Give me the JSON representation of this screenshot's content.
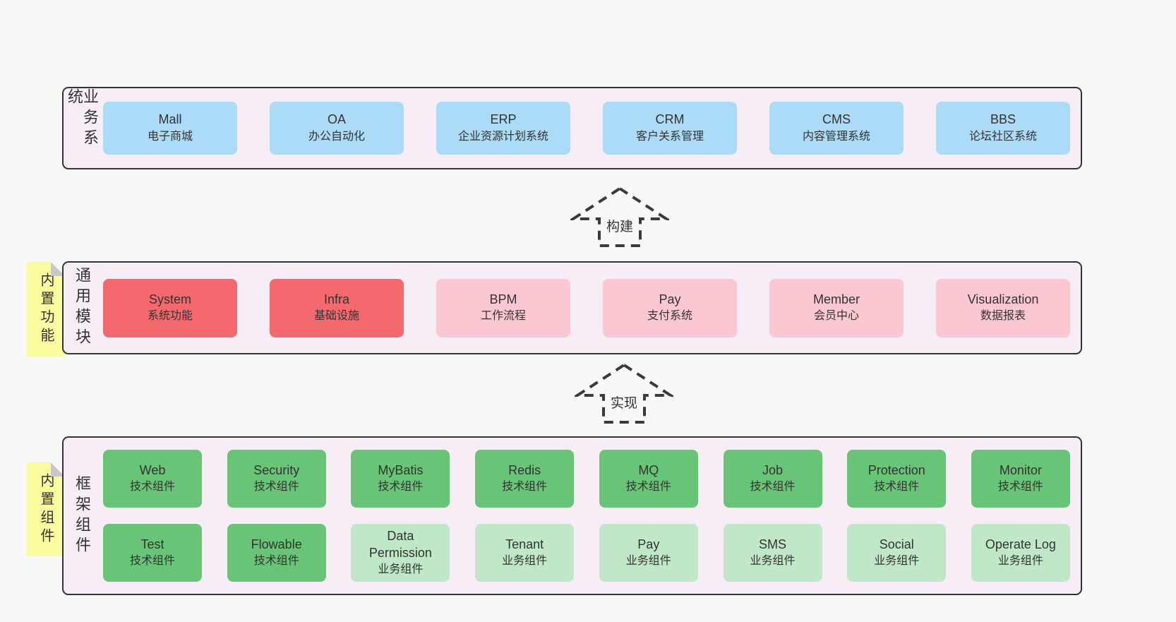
{
  "diagram": {
    "arrows": [
      {
        "label": "构建"
      },
      {
        "label": "实现"
      }
    ],
    "sections": [
      {
        "side_label": "业务系统",
        "rows": [
          [
            {
              "name": "Mall",
              "desc": "电子商城",
              "variant": "blue"
            },
            {
              "name": "OA",
              "desc": "办公自动化",
              "variant": "blue"
            },
            {
              "name": "ERP",
              "desc": "企业资源计划系统",
              "variant": "blue"
            },
            {
              "name": "CRM",
              "desc": "客户关系管理",
              "variant": "blue"
            },
            {
              "name": "CMS",
              "desc": "内容管理系统",
              "variant": "blue"
            },
            {
              "name": "BBS",
              "desc": "论坛社区系统",
              "variant": "blue"
            }
          ]
        ]
      },
      {
        "side_label": "通用模块",
        "sticky_label": "内置功能",
        "rows": [
          [
            {
              "name": "System",
              "desc": "系统功能",
              "variant": "red"
            },
            {
              "name": "Infra",
              "desc": "基础设施",
              "variant": "red"
            },
            {
              "name": "BPM",
              "desc": "工作流程",
              "variant": "pink"
            },
            {
              "name": "Pay",
              "desc": "支付系统",
              "variant": "pink"
            },
            {
              "name": "Member",
              "desc": "会员中心",
              "variant": "pink"
            },
            {
              "name": "Visualization",
              "desc": "数据报表",
              "variant": "pink"
            }
          ]
        ]
      },
      {
        "side_label": "框架组件",
        "sticky_label": "内置组件",
        "rows": [
          [
            {
              "name": "Web",
              "desc": "技术组件",
              "variant": "green"
            },
            {
              "name": "Security",
              "desc": "技术组件",
              "variant": "green"
            },
            {
              "name": "MyBatis",
              "desc": "技术组件",
              "variant": "green"
            },
            {
              "name": "Redis",
              "desc": "技术组件",
              "variant": "green"
            },
            {
              "name": "MQ",
              "desc": "技术组件",
              "variant": "green"
            },
            {
              "name": "Job",
              "desc": "技术组件",
              "variant": "green"
            },
            {
              "name": "Protection",
              "desc": "技术组件",
              "variant": "green"
            },
            {
              "name": "Monitor",
              "desc": "技术组件",
              "variant": "green"
            }
          ],
          [
            {
              "name": "Test",
              "desc": "技术组件",
              "variant": "green"
            },
            {
              "name": "Flowable",
              "desc": "技术组件",
              "variant": "green"
            },
            {
              "name": "Data Permission",
              "desc": "业务组件",
              "variant": "lightgreen"
            },
            {
              "name": "Tenant",
              "desc": "业务组件",
              "variant": "lightgreen"
            },
            {
              "name": "Pay",
              "desc": "业务组件",
              "variant": "lightgreen"
            },
            {
              "name": "SMS",
              "desc": "业务组件",
              "variant": "lightgreen"
            },
            {
              "name": "Social",
              "desc": "业务组件",
              "variant": "lightgreen"
            },
            {
              "name": "Operate Log",
              "desc": "业务组件",
              "variant": "lightgreen"
            }
          ]
        ]
      }
    ],
    "palette": {
      "page_bg": "#f8f8f8",
      "container_bg": "#f7edf6",
      "container_border": "#333333",
      "box_blue": "#abdbf7",
      "box_red": "#f4696e",
      "box_pink": "#fbc8d2",
      "box_green": "#68c476",
      "box_light_green": "#c1e7c9",
      "sticky_yellow": "#fafa9f",
      "sticky_fold": "#c8c8c8",
      "text": "#333333"
    }
  }
}
